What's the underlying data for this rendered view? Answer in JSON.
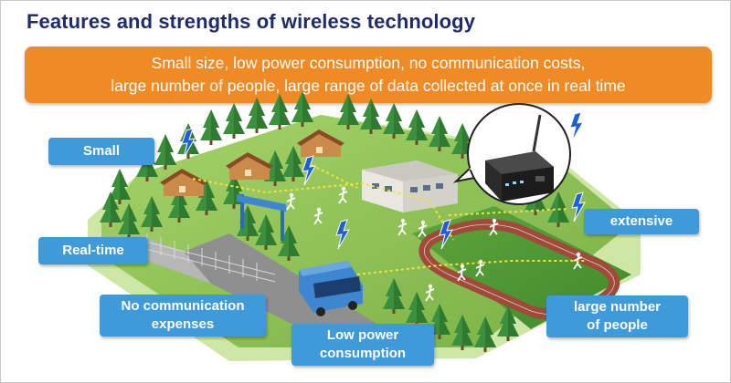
{
  "title": "Features and strengths of wireless technology",
  "banner": {
    "line1": "Small size, low power consumption, no communication costs,",
    "line2": "large number of people, large range of data collected at once in real time"
  },
  "labels": {
    "small": "Small",
    "realtime": "Real-time",
    "no_comm_line1": "No communication",
    "no_comm_line2": "expenses",
    "low_power_line1": "Low power",
    "low_power_line2": "consumption",
    "extensive": "extensive",
    "large_line1": "large number",
    "large_line2": "of people"
  },
  "colors": {
    "title": "#1f2b6b",
    "banner": "#f08a24",
    "label": "#3f9ad9",
    "grass": "#8cc152",
    "tree": "#3c8f3c",
    "track": "#a04a3a",
    "lightning": "#1e5fd8",
    "signal_path": "#f5e23c"
  },
  "icons": [
    "lightning-icon",
    "wireless-device-icon",
    "house-icon",
    "bus-icon",
    "tree-icon",
    "runner-icon"
  ]
}
